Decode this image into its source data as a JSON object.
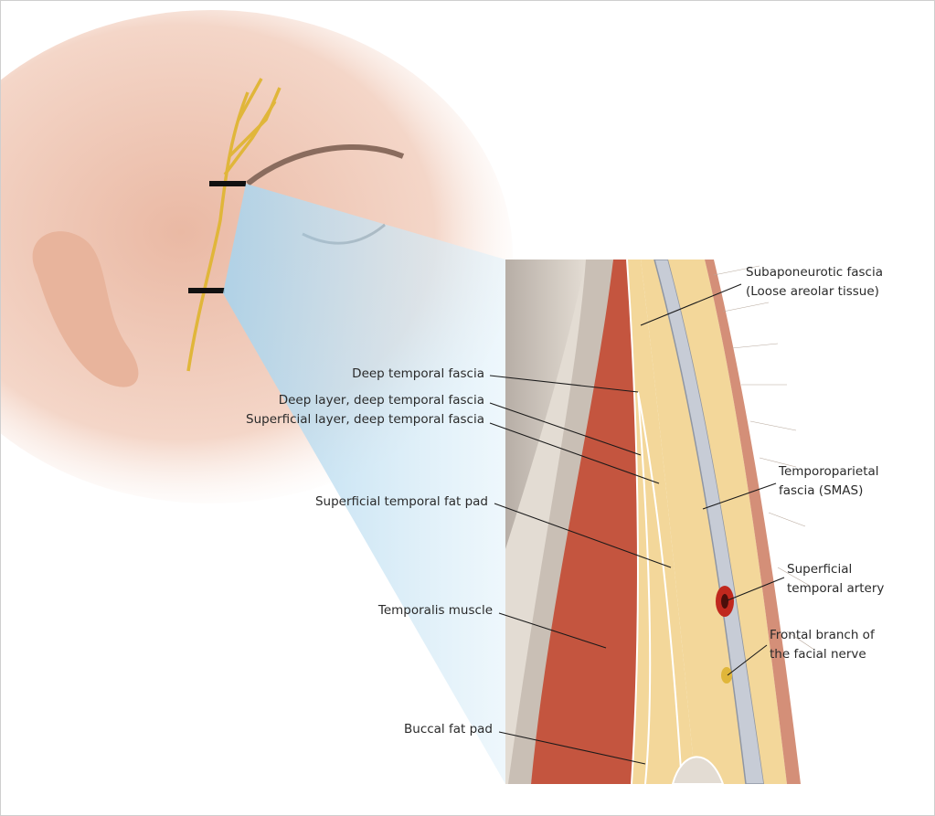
{
  "figure": {
    "labels": {
      "subaponeurotic": [
        "Subaponeurotic fascia",
        "(Loose areolar tissue)"
      ],
      "deep_temporal_fascia": "Deep temporal fascia",
      "deep_layer": "Deep layer, deep temporal fascia",
      "superficial_layer": "Superficial layer, deep temporal fascia",
      "superficial_fat_pad": "Superficial temporal fat pad",
      "temporalis": "Temporalis muscle",
      "buccal_fat_pad": "Buccal fat pad",
      "temporoparietal": [
        "Temporoparietal",
        "fascia (SMAS)"
      ],
      "sta": [
        "Superficial",
        "temporal artery"
      ],
      "frontal_branch": [
        "Frontal branch of",
        "the facial nerve"
      ]
    },
    "colors": {
      "skin": "#f2cdb8",
      "fat": "#f3d79a",
      "muscle": "#c4553f",
      "fascia": "#c7ccd6",
      "nerve": "#e0b63a",
      "artery": "#c0281e",
      "cone": "#bfe0f2"
    }
  }
}
